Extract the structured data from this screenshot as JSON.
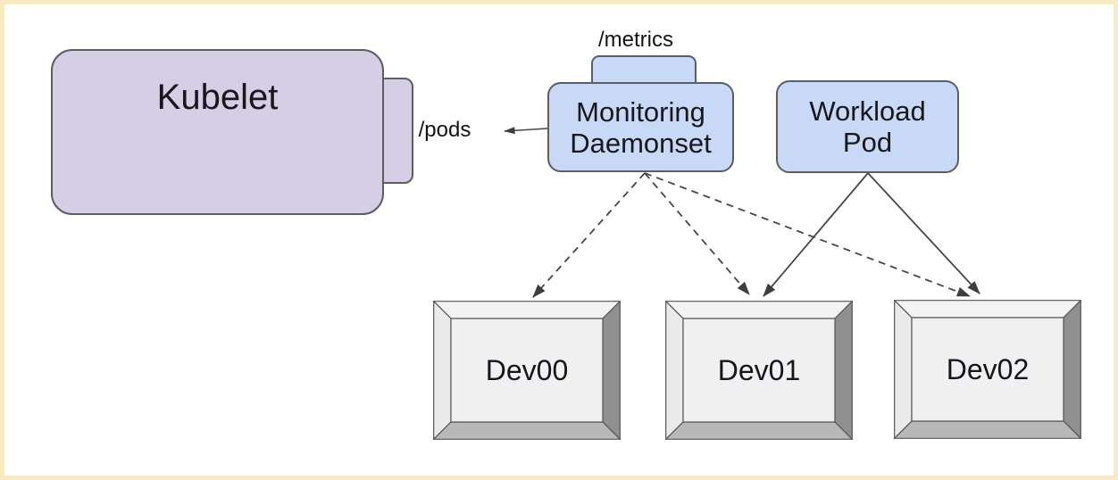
{
  "diagram": {
    "kubelet": {
      "label": "Kubelet"
    },
    "pods_endpoint": {
      "label": "/pods"
    },
    "metrics_endpoint": {
      "label": "/metrics"
    },
    "monitoring_daemonset": {
      "lines": [
        "Monitoring",
        "Daemonset"
      ]
    },
    "workload_pod": {
      "lines": [
        "Workload",
        "Pod"
      ]
    },
    "devices": [
      {
        "label": "Dev00"
      },
      {
        "label": "Dev01"
      },
      {
        "label": "Dev02"
      }
    ],
    "edges": [
      {
        "from": "monitoring-daemonset",
        "to": "pods-endpoint",
        "style": "solid-arrow"
      },
      {
        "from": "monitoring-daemonset",
        "to": "dev00",
        "style": "dashed-arrow"
      },
      {
        "from": "monitoring-daemonset",
        "to": "dev01",
        "style": "dashed-arrow"
      },
      {
        "from": "monitoring-daemonset",
        "to": "dev02",
        "style": "dashed-arrow"
      },
      {
        "from": "workload-pod",
        "to": "dev01",
        "style": "solid-arrow"
      },
      {
        "from": "workload-pod",
        "to": "dev02",
        "style": "solid-arrow"
      }
    ],
    "colors": {
      "frame": "#faeac3",
      "canvas": "#ffffff",
      "kubelet_fill": "#d5cee5",
      "pod_fill": "#c7d9f7",
      "node_border": "#5c5c64",
      "device_face": "#f0f0f0",
      "device_bevel_top": "#f3f3f3",
      "device_bevel_left": "#eaeaea",
      "device_bevel_right": "#909090",
      "device_bevel_bottom": "#b8b8b8",
      "edge_stroke": "#464646"
    }
  }
}
